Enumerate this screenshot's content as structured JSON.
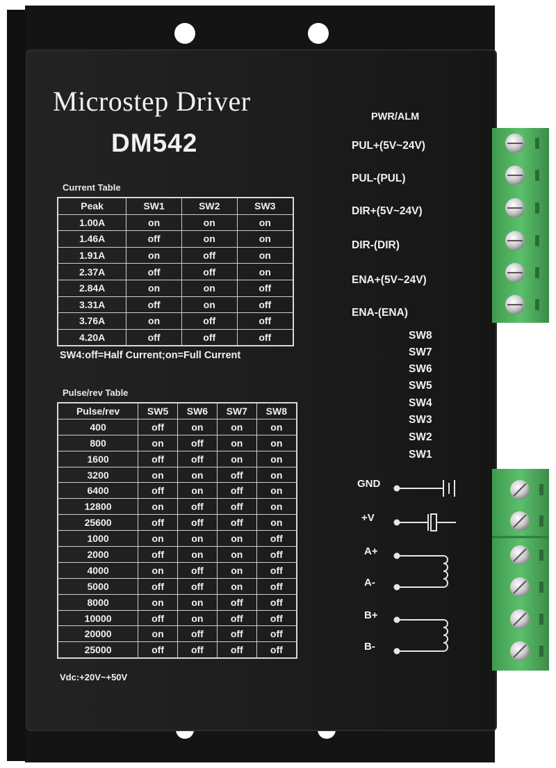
{
  "device": {
    "title": "Microstep Driver",
    "model": "DM542"
  },
  "current_table": {
    "caption": "Current Table",
    "headers": [
      "Peak",
      "SW1",
      "SW2",
      "SW3"
    ],
    "rows": [
      [
        "1.00A",
        "on",
        "on",
        "on"
      ],
      [
        "1.46A",
        "off",
        "on",
        "on"
      ],
      [
        "1.91A",
        "on",
        "off",
        "on"
      ],
      [
        "2.37A",
        "off",
        "off",
        "on"
      ],
      [
        "2.84A",
        "on",
        "on",
        "off"
      ],
      [
        "3.31A",
        "off",
        "on",
        "off"
      ],
      [
        "3.76A",
        "on",
        "off",
        "off"
      ],
      [
        "4.20A",
        "off",
        "off",
        "off"
      ]
    ],
    "note": "SW4:off=Half Current;on=Full Current"
  },
  "pulse_table": {
    "caption": "Pulse/rev Table",
    "headers": [
      "Pulse/rev",
      "SW5",
      "SW6",
      "SW7",
      "SW8"
    ],
    "rows": [
      [
        "400",
        "off",
        "on",
        "on",
        "on"
      ],
      [
        "800",
        "on",
        "off",
        "on",
        "on"
      ],
      [
        "1600",
        "off",
        "off",
        "on",
        "on"
      ],
      [
        "3200",
        "on",
        "on",
        "off",
        "on"
      ],
      [
        "6400",
        "off",
        "on",
        "off",
        "on"
      ],
      [
        "12800",
        "on",
        "off",
        "off",
        "on"
      ],
      [
        "25600",
        "off",
        "off",
        "off",
        "on"
      ],
      [
        "1000",
        "on",
        "on",
        "on",
        "off"
      ],
      [
        "2000",
        "off",
        "on",
        "on",
        "off"
      ],
      [
        "4000",
        "on",
        "off",
        "on",
        "off"
      ],
      [
        "5000",
        "off",
        "off",
        "on",
        "off"
      ],
      [
        "8000",
        "on",
        "on",
        "off",
        "off"
      ],
      [
        "10000",
        "off",
        "on",
        "off",
        "off"
      ],
      [
        "20000",
        "on",
        "off",
        "off",
        "off"
      ],
      [
        "25000",
        "off",
        "off",
        "off",
        "off"
      ]
    ]
  },
  "supply_note": "Vdc:+20V~+50V",
  "signals": {
    "pwr_alm": "PWR/ALM",
    "labels": [
      "PUL+(5V~24V)",
      "PUL-(PUL)",
      "DIR+(5V~24V)",
      "DIR-(DIR)",
      "ENA+(5V~24V)",
      "ENA-(ENA)"
    ]
  },
  "switches": [
    "SW8",
    "SW7",
    "SW6",
    "SW5",
    "SW4",
    "SW3",
    "SW2",
    "SW1"
  ],
  "power_motor": [
    "GND",
    "+V",
    "A+",
    "A-",
    "B+",
    "B-"
  ],
  "colors": {
    "body": "#1c1c1c",
    "text": "#f1f1f1",
    "terminal_green": "#4fb35f"
  }
}
